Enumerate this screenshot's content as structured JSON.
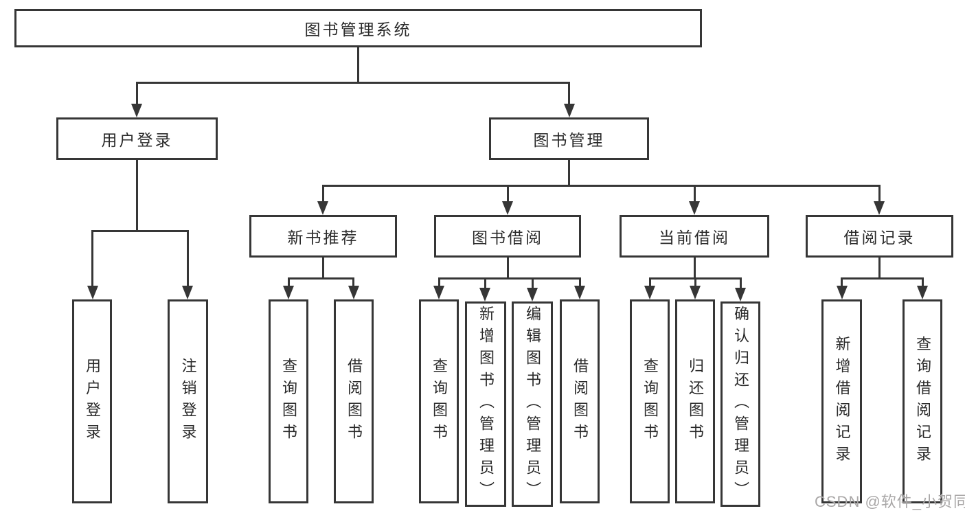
{
  "colors": {
    "background": "#ffffff",
    "line": "#363636",
    "box_border": "#363636",
    "box_fill": "#ffffff",
    "text": "#2a2a2a",
    "watermark": "#a9a7a7"
  },
  "tree": {
    "label": "图书管理系统",
    "children": [
      {
        "label": "用户登录",
        "children": [
          {
            "label": "用户登录"
          },
          {
            "label": "注销登录"
          }
        ]
      },
      {
        "label": "图书管理",
        "children": [
          {
            "label": "新书推荐",
            "children": [
              {
                "label": "查询图书"
              },
              {
                "label": "借阅图书"
              }
            ]
          },
          {
            "label": "图书借阅",
            "children": [
              {
                "label": "查询图书"
              },
              {
                "label": "新增图书（管理员）"
              },
              {
                "label": "编辑图书（管理员）"
              },
              {
                "label": "借阅图书"
              }
            ]
          },
          {
            "label": "当前借阅",
            "children": [
              {
                "label": "查询图书"
              },
              {
                "label": "归还图书"
              },
              {
                "label": "确认归还（管理员）"
              }
            ]
          },
          {
            "label": "借阅记录",
            "children": [
              {
                "label": "新增借阅记录"
              },
              {
                "label": "查询借阅记录"
              }
            ]
          }
        ]
      }
    ]
  },
  "watermark": {
    "text": "CSDN @软件_小贺同学"
  }
}
